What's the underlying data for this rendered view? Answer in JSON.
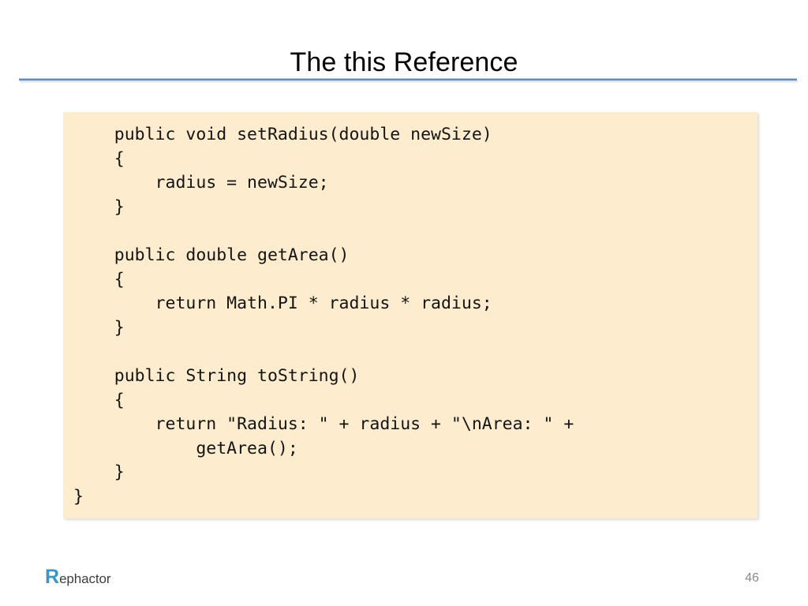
{
  "slide": {
    "title": "The this Reference",
    "page_number": "46",
    "accent_color": "#5b8fd0",
    "code_background": "#fdeccd",
    "logo": {
      "initial": "R",
      "rest": "ephactor",
      "initial_color": "#3a96c8",
      "rest_color": "#3d3d3d"
    },
    "code": {
      "language": "java",
      "lines": [
        "    public void setRadius(double newSize)",
        "    {",
        "        radius = newSize;",
        "    }",
        "",
        "    public double getArea()",
        "    {",
        "        return Math.PI * radius * radius;",
        "    }",
        "",
        "    public String toString()",
        "    {",
        "        return \"Radius: \" + radius + \"\\nArea: \" +",
        "            getArea();",
        "    }",
        "}"
      ]
    }
  }
}
